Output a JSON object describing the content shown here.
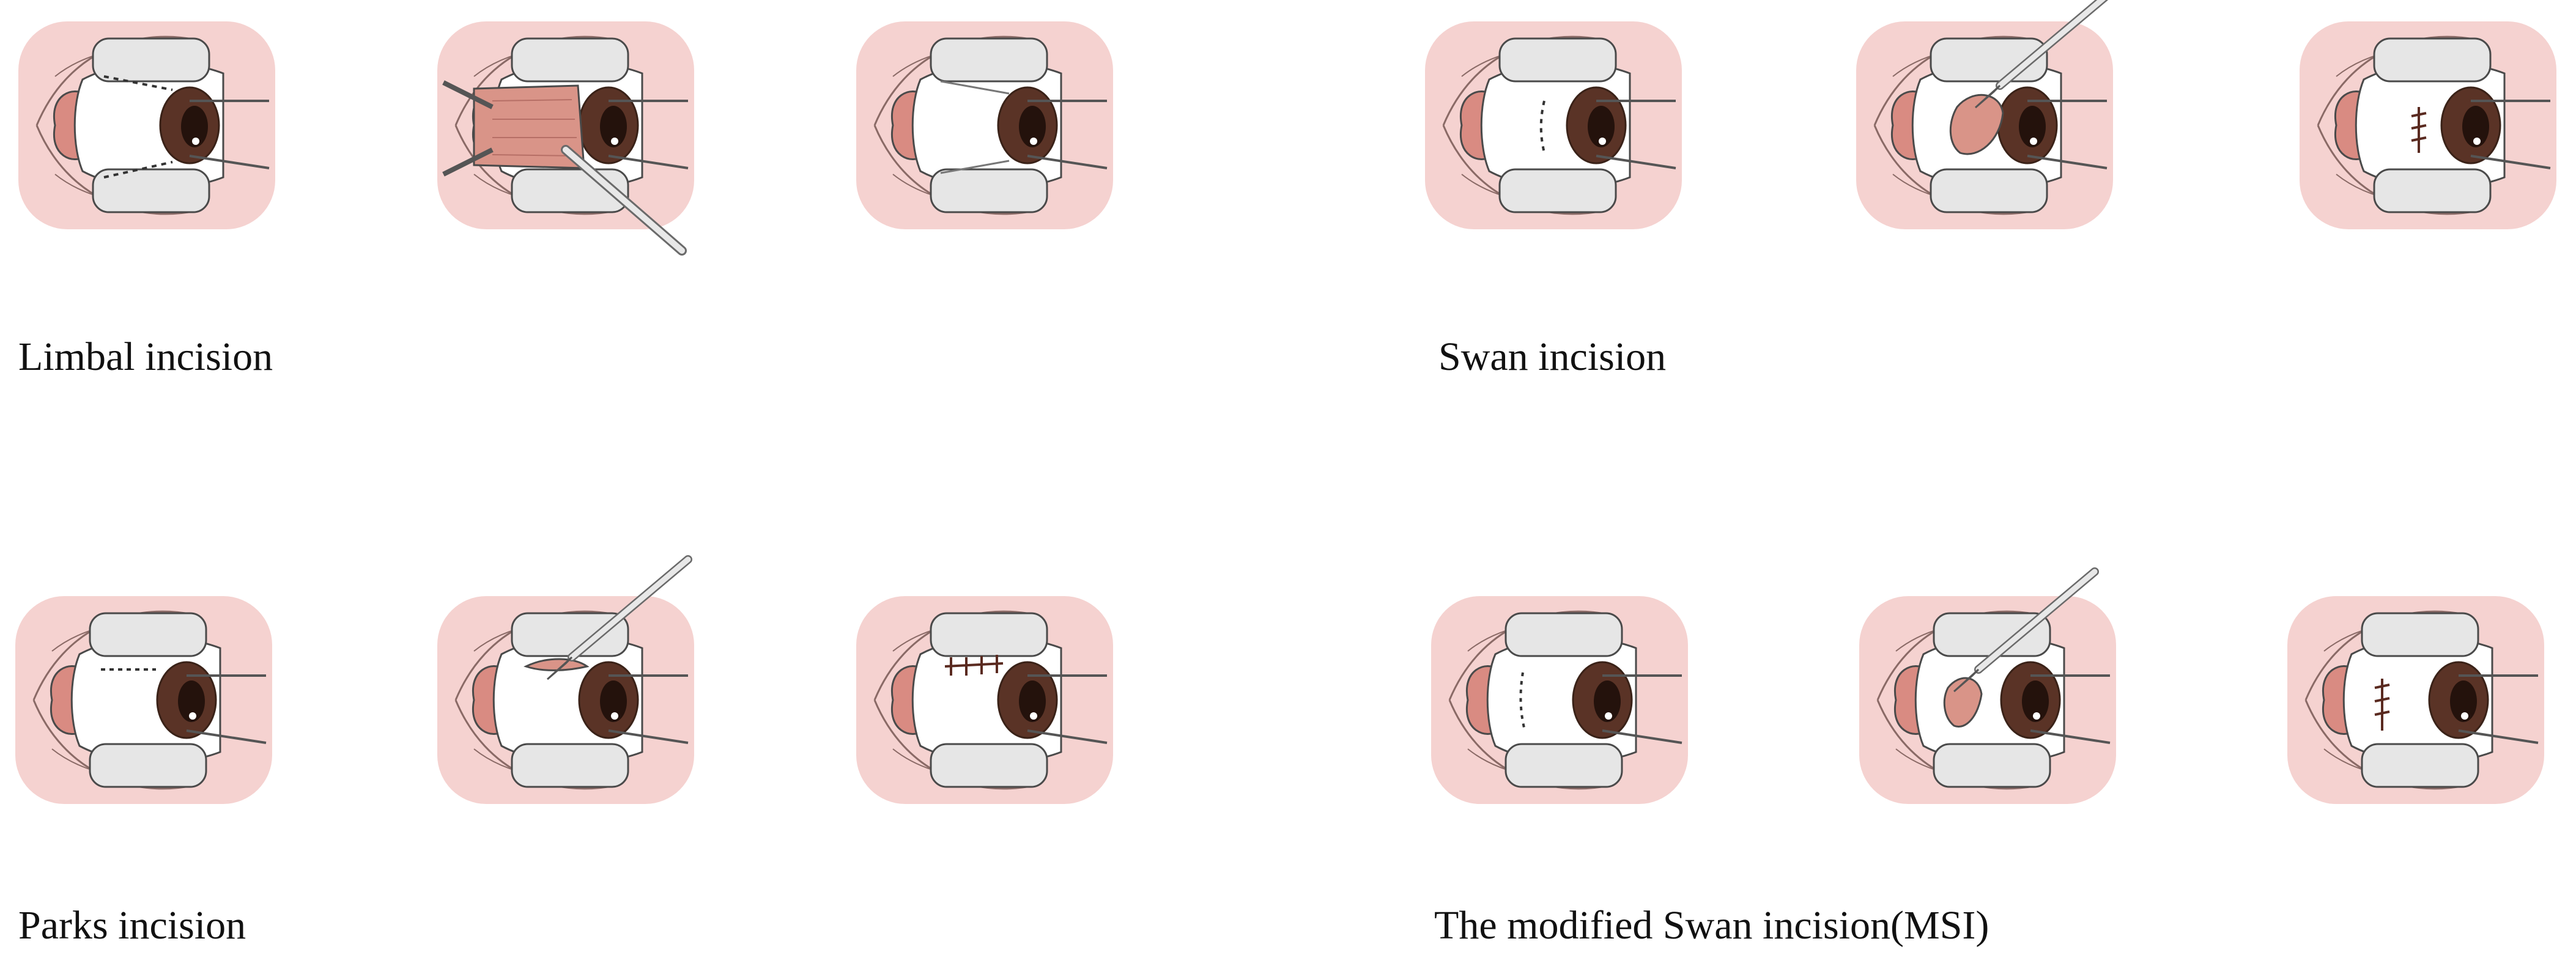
{
  "panels": [
    {
      "caption": "Limbal incision",
      "steps": [
        "limbal-marking",
        "limbal-flap-retracted",
        "limbal-sutured"
      ]
    },
    {
      "caption": "Swan incision",
      "steps": [
        "swan-marking",
        "swan-opened",
        "swan-sutured"
      ]
    },
    {
      "caption": "Parks incision",
      "steps": [
        "parks-marking",
        "parks-opened",
        "parks-sutured"
      ]
    },
    {
      "caption": "The modified Swan incision(MSI)",
      "steps": [
        "msi-marking",
        "msi-opened",
        "msi-sutured"
      ]
    }
  ],
  "colors": {
    "eyelid_skin": "#f5d2d0",
    "caruncle": "#d98b82",
    "sclera": "#ffffff",
    "iris": "#5a3326",
    "pupil": "#24120c",
    "speculum": "#e6e6e6",
    "outline": "#4a4a4a",
    "muscle": "#d99488"
  }
}
